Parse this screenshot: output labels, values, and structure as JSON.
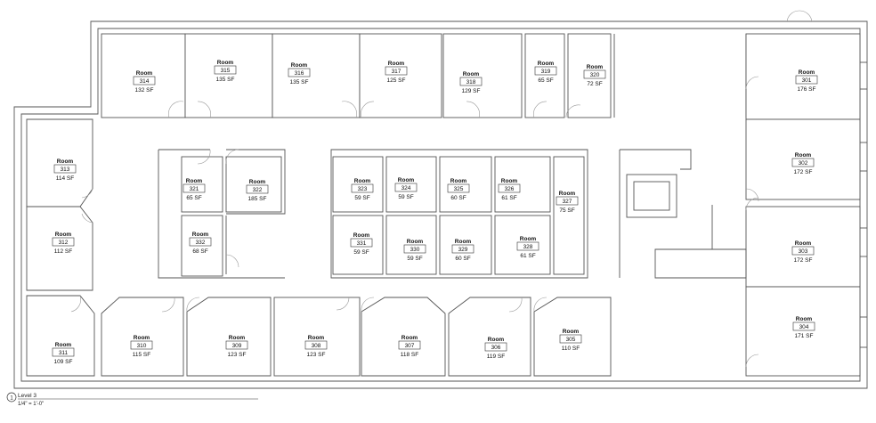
{
  "drawing": {
    "view_number": "1",
    "view_title": "Level 3",
    "view_scale": "1/4\" = 1'-0\""
  },
  "rooms": [
    {
      "label": "Room",
      "number": "314",
      "area": "132 SF"
    },
    {
      "label": "Room",
      "number": "315",
      "area": "135 SF"
    },
    {
      "label": "Room",
      "number": "316",
      "area": "135 SF"
    },
    {
      "label": "Room",
      "number": "317",
      "area": "125 SF"
    },
    {
      "label": "Room",
      "number": "318",
      "area": "129 SF"
    },
    {
      "label": "Room",
      "number": "319",
      "area": "65 SF"
    },
    {
      "label": "Room",
      "number": "320",
      "area": "72 SF"
    },
    {
      "label": "Room",
      "number": "301",
      "area": "176 SF"
    },
    {
      "label": "Room",
      "number": "313",
      "area": "114 SF"
    },
    {
      "label": "Room",
      "number": "321",
      "area": "65 SF"
    },
    {
      "label": "Room",
      "number": "322",
      "area": "185 SF"
    },
    {
      "label": "Room",
      "number": "323",
      "area": "59 SF"
    },
    {
      "label": "Room",
      "number": "324",
      "area": "59 SF"
    },
    {
      "label": "Room",
      "number": "325",
      "area": "60 SF"
    },
    {
      "label": "Room",
      "number": "326",
      "area": "61 SF"
    },
    {
      "label": "Room",
      "number": "327",
      "area": "75 SF"
    },
    {
      "label": "Room",
      "number": "302",
      "area": "172 SF"
    },
    {
      "label": "Room",
      "number": "312",
      "area": "112 SF"
    },
    {
      "label": "Room",
      "number": "332",
      "area": "68 SF"
    },
    {
      "label": "Room",
      "number": "331",
      "area": "59 SF"
    },
    {
      "label": "Room",
      "number": "330",
      "area": "59 SF"
    },
    {
      "label": "Room",
      "number": "329",
      "area": "60 SF"
    },
    {
      "label": "Room",
      "number": "328",
      "area": "61 SF"
    },
    {
      "label": "Room",
      "number": "303",
      "area": "172 SF"
    },
    {
      "label": "Room",
      "number": "304",
      "area": "171 SF"
    },
    {
      "label": "Room",
      "number": "311",
      "area": "109 SF"
    },
    {
      "label": "Room",
      "number": "310",
      "area": "115 SF"
    },
    {
      "label": "Room",
      "number": "309",
      "area": "123 SF"
    },
    {
      "label": "Room",
      "number": "308",
      "area": "123 SF"
    },
    {
      "label": "Room",
      "number": "307",
      "area": "118 SF"
    },
    {
      "label": "Room",
      "number": "306",
      "area": "119 SF"
    },
    {
      "label": "Room",
      "number": "305",
      "area": "110 SF"
    }
  ]
}
